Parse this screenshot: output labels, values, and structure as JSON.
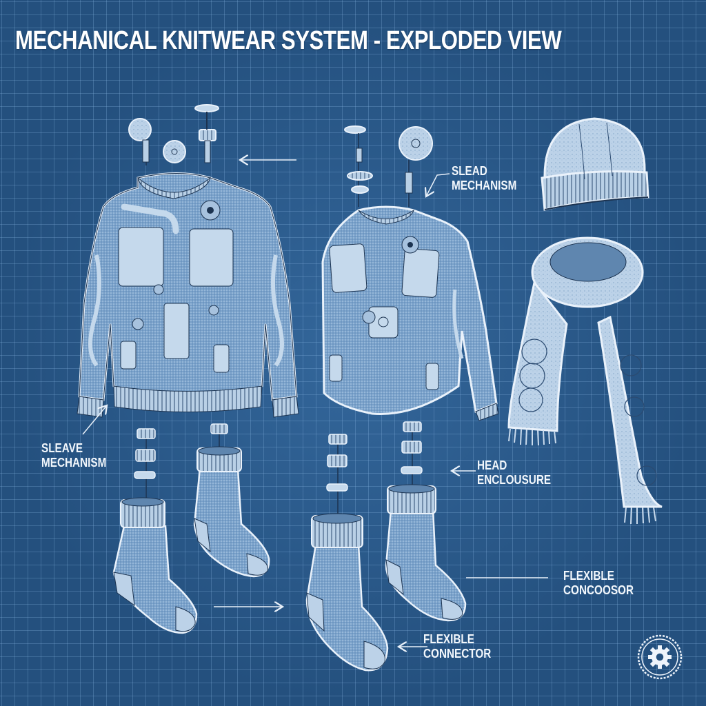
{
  "title": "MECHANICAL KNITWEAR SYSTEM - EXPLODED VIEW",
  "colors": {
    "background": "#24507e",
    "grid_line": "#5f8fc0",
    "garment_fill": "#b9d0e6",
    "garment_knit": "#6f98c2",
    "outline": "#1c3350",
    "text": "#ffffff"
  },
  "labels": {
    "slead_mechanism": {
      "line1": "SLEAD",
      "line2": "MECHANISM"
    },
    "sleave_mechanism": {
      "line1": "SLEAVE",
      "line2": "MECHANISM"
    },
    "head_enclosure": {
      "line1": "HEAD",
      "line2": "ENCLOUSURE"
    },
    "flexible_concoosor": {
      "line1": "FLEXIBLE",
      "line2": "CONCOOSOR"
    },
    "flexible_connector": {
      "line1": "FLEXIBLE",
      "line2": "CONNECTOR"
    }
  },
  "components": [
    {
      "name": "sweater-large",
      "icon": "sweater-icon"
    },
    {
      "name": "sweater-small",
      "icon": "sweater-icon"
    },
    {
      "name": "beanie",
      "icon": "beanie-icon"
    },
    {
      "name": "scarf",
      "icon": "scarf-icon"
    },
    {
      "name": "sock-1",
      "icon": "sock-icon"
    },
    {
      "name": "sock-2",
      "icon": "sock-icon"
    },
    {
      "name": "sock-3",
      "icon": "sock-icon"
    },
    {
      "name": "sock-4",
      "icon": "sock-icon"
    }
  ],
  "logo": {
    "icon": "gear-badge-icon"
  }
}
